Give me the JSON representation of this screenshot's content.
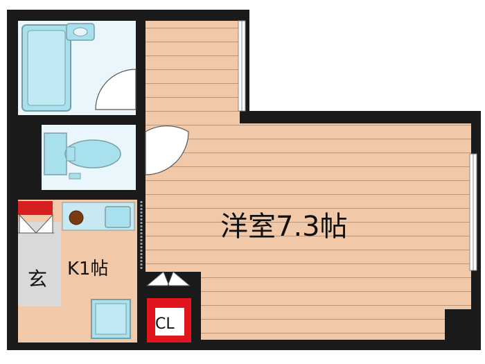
{
  "rooms": {
    "western_room": "洋室7.3帖",
    "kitchen": "K1帖",
    "entrance": "玄",
    "closet": "CL"
  },
  "colors": {
    "wall": "#1a1a1a",
    "floor_wood": "#f2c9a8",
    "floor_lines": "#b89478",
    "wet_area": "#e9f6fb",
    "fixture_blue": "#a8e0ee",
    "fixture_outline": "#7a9ea6",
    "entrance_floor": "#d9d9d9",
    "shoe_box": "#d61f1f",
    "closet_red": "#e0161c",
    "stove_burner": "#7a3a14"
  }
}
